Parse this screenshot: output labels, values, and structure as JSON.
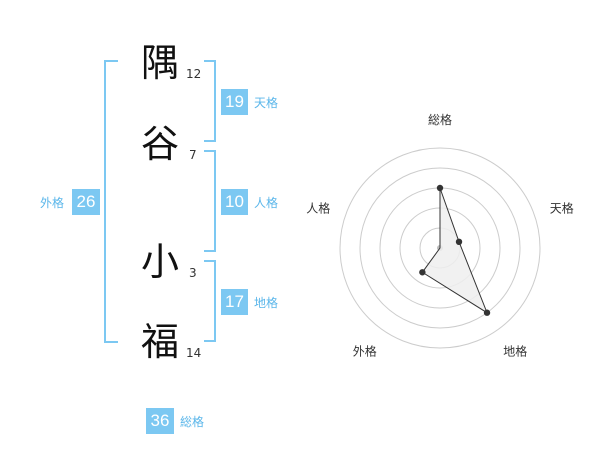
{
  "name": {
    "characters": [
      {
        "char": "隅",
        "strokes": "12"
      },
      {
        "char": "谷",
        "strokes": "7"
      },
      {
        "char": "小",
        "strokes": "3"
      },
      {
        "char": "福",
        "strokes": "14"
      }
    ]
  },
  "fortunes": {
    "tenkaku": {
      "value": "19",
      "label": "天格"
    },
    "jinkaku": {
      "value": "10",
      "label": "人格"
    },
    "chikaku": {
      "value": "17",
      "label": "地格"
    },
    "gaikaku": {
      "value": "26",
      "label": "外格"
    },
    "soukaku": {
      "value": "36",
      "label": "総格"
    }
  },
  "colors": {
    "accent": "#7cc8f2",
    "accent_text": "#5ab6ea",
    "radar_fill": "#eeeeee",
    "radar_line": "#333333"
  },
  "chart_data": {
    "type": "radar",
    "axes": [
      "総格",
      "天格",
      "地格",
      "外格",
      "人格"
    ],
    "values": [
      3,
      1,
      4,
      1.5,
      0
    ],
    "rmax": 5,
    "rings": 5
  }
}
